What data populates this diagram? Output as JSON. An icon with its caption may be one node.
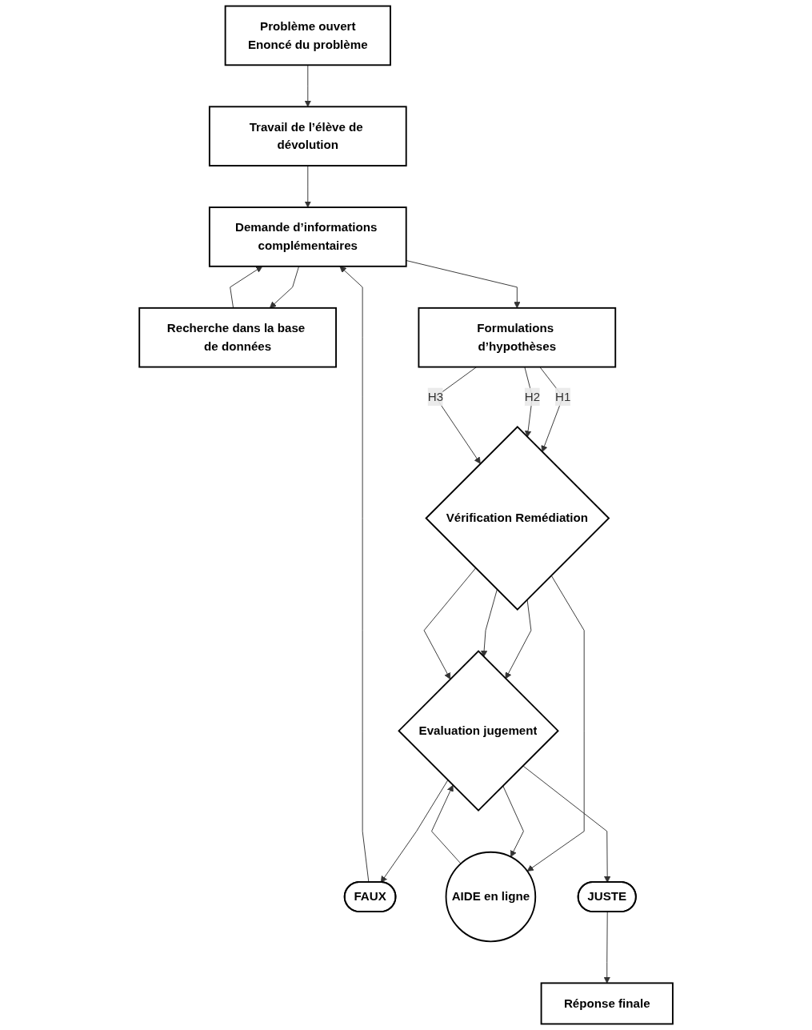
{
  "diagram": {
    "nodes": [
      {
        "text": [
          "Problème ouvert",
          "Enoncé du problème"
        ]
      },
      {
        "text": [
          "Travail de l’élève de dévolution"
        ]
      },
      {
        "text": [
          "Recherche dans la base de données"
        ]
      },
      {
        "text": [
          "Demande d’informations complémentaires"
        ]
      },
      {
        "text": [
          "Formulations d’hypothèses"
        ]
      },
      {
        "text": [
          "Vérification Remédiation"
        ]
      },
      {
        "text": [
          "Evaluation jugement"
        ]
      },
      {
        "text": [
          "FAUX"
        ]
      },
      {
        "text": [
          "AIDE en ligne"
        ]
      },
      {
        "text": [
          "JUSTE"
        ]
      },
      {
        "text": [
          "Réponse finale"
        ]
      }
    ],
    "edges": [
      {
        "from": 0,
        "to": 1,
        "arrow": "to"
      },
      {
        "from": 1,
        "to": 3,
        "arrow": "to"
      },
      {
        "from": 3,
        "to": 2,
        "arrow": "to"
      },
      {
        "from": 2,
        "to": 3,
        "arrow": "to"
      },
      {
        "from": 3,
        "to": 4,
        "arrow": "to"
      },
      {
        "from": 4,
        "to": 5,
        "arrow": "to",
        "label": "H1"
      },
      {
        "from": 4,
        "to": 5,
        "arrow": "to",
        "label": "H2"
      },
      {
        "from": 4,
        "to": 5,
        "arrow": "to",
        "label": "H3"
      },
      {
        "from": 5,
        "to": 6,
        "arrow": "to"
      },
      {
        "from": 5,
        "to": 6,
        "arrow": "to"
      },
      {
        "from": 5,
        "to": 6,
        "arrow": "to"
      },
      {
        "from": 5,
        "to": 8,
        "arrow": "to"
      },
      {
        "from": 6,
        "to": 8,
        "arrow": "to"
      },
      {
        "from": 8,
        "to": 6,
        "arrow": "to"
      },
      {
        "from": 6,
        "to": 7,
        "arrow": "to"
      },
      {
        "from": 7,
        "to": 3,
        "arrow": "to"
      },
      {
        "from": 6,
        "to": 9,
        "arrow": "to"
      },
      {
        "from": 9,
        "to": 10,
        "arrow": "to"
      }
    ]
  }
}
